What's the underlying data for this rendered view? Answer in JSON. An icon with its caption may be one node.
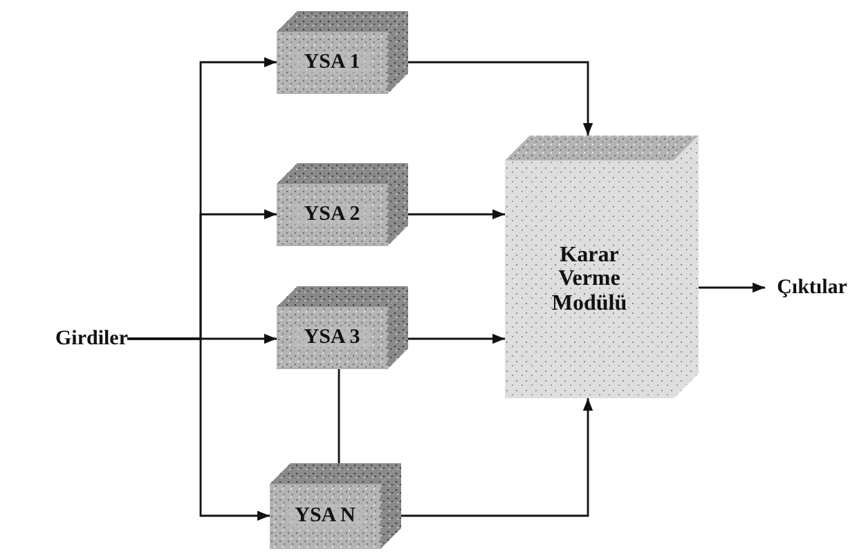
{
  "diagram": {
    "nodes": [
      {
        "text": [
          "Girdiler"
        ]
      },
      {
        "text": [
          "YSA 1"
        ]
      },
      {
        "text": [
          "YSA 2"
        ]
      },
      {
        "text": [
          "YSA 3"
        ]
      },
      {
        "text": [
          "YSA N"
        ]
      },
      {
        "text": [
          "Karar Verme Modülü"
        ]
      },
      {
        "text": [
          "Çıktılar"
        ]
      }
    ],
    "edges": [
      {
        "from": 0,
        "to": 1,
        "arrow": "to"
      },
      {
        "from": 0,
        "to": 2,
        "arrow": "to"
      },
      {
        "from": 0,
        "to": 3,
        "arrow": "to"
      },
      {
        "from": 0,
        "to": 4,
        "arrow": "to"
      },
      {
        "from": 1,
        "to": 5,
        "arrow": "to"
      },
      {
        "from": 2,
        "to": 5,
        "arrow": "to"
      },
      {
        "from": 3,
        "to": 5,
        "arrow": "to"
      },
      {
        "from": 4,
        "to": 5,
        "arrow": "to"
      },
      {
        "from": 3,
        "to": 4,
        "arrow": "none"
      },
      {
        "from": 5,
        "to": 6,
        "arrow": "to"
      }
    ]
  }
}
